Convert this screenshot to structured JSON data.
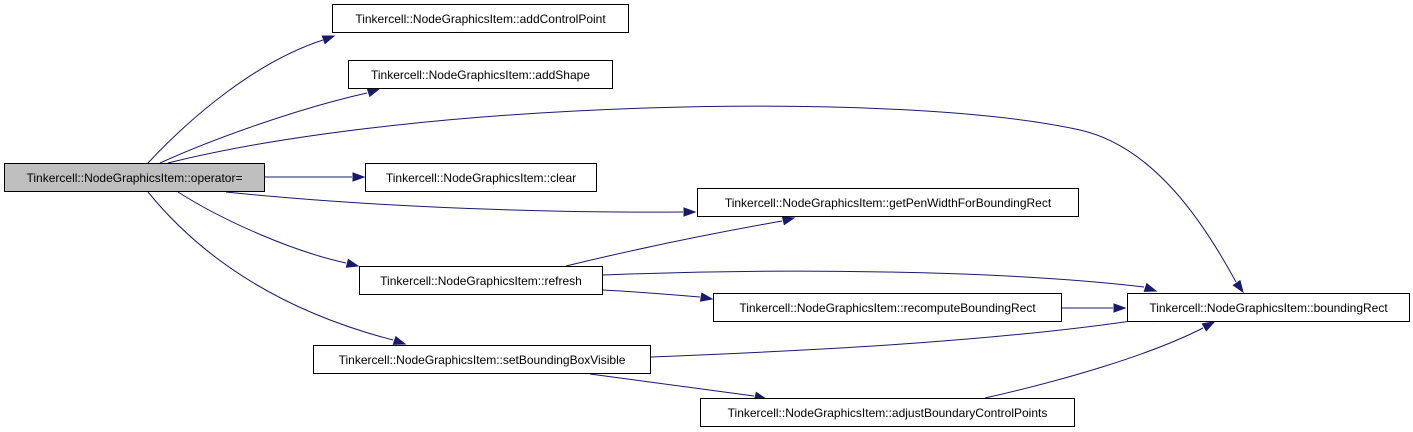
{
  "graph": {
    "colors": {
      "edge": "#191970",
      "root_fill": "#bfbfbf",
      "node_fill": "#ffffff",
      "border": "#000000"
    },
    "nodes": {
      "operator": {
        "label": "Tinkercell::NodeGraphicsItem::operator="
      },
      "addControlPoint": {
        "label": "Tinkercell::NodeGraphicsItem::addControlPoint"
      },
      "addShape": {
        "label": "Tinkercell::NodeGraphicsItem::addShape"
      },
      "clear": {
        "label": "Tinkercell::NodeGraphicsItem::clear"
      },
      "getPenWidth": {
        "label": "Tinkercell::NodeGraphicsItem::getPenWidthForBoundingRect"
      },
      "refresh": {
        "label": "Tinkercell::NodeGraphicsItem::refresh"
      },
      "recompute": {
        "label": "Tinkercell::NodeGraphicsItem::recomputeBoundingRect"
      },
      "boundingRect": {
        "label": "Tinkercell::NodeGraphicsItem::boundingRect"
      },
      "setBBVisible": {
        "label": "Tinkercell::NodeGraphicsItem::setBoundingBoxVisible"
      },
      "adjust": {
        "label": "Tinkercell::NodeGraphicsItem::adjustBoundaryControlPoints"
      }
    },
    "edges": [
      {
        "from": "operator",
        "to": "addControlPoint"
      },
      {
        "from": "operator",
        "to": "addShape"
      },
      {
        "from": "operator",
        "to": "boundingRect"
      },
      {
        "from": "operator",
        "to": "clear"
      },
      {
        "from": "operator",
        "to": "getPenWidth"
      },
      {
        "from": "operator",
        "to": "refresh"
      },
      {
        "from": "operator",
        "to": "setBBVisible"
      },
      {
        "from": "refresh",
        "to": "getPenWidth"
      },
      {
        "from": "refresh",
        "to": "boundingRect"
      },
      {
        "from": "refresh",
        "to": "recompute"
      },
      {
        "from": "recompute",
        "to": "boundingRect"
      },
      {
        "from": "setBBVisible",
        "to": "boundingRect"
      },
      {
        "from": "setBBVisible",
        "to": "adjust"
      },
      {
        "from": "adjust",
        "to": "boundingRect"
      }
    ]
  }
}
